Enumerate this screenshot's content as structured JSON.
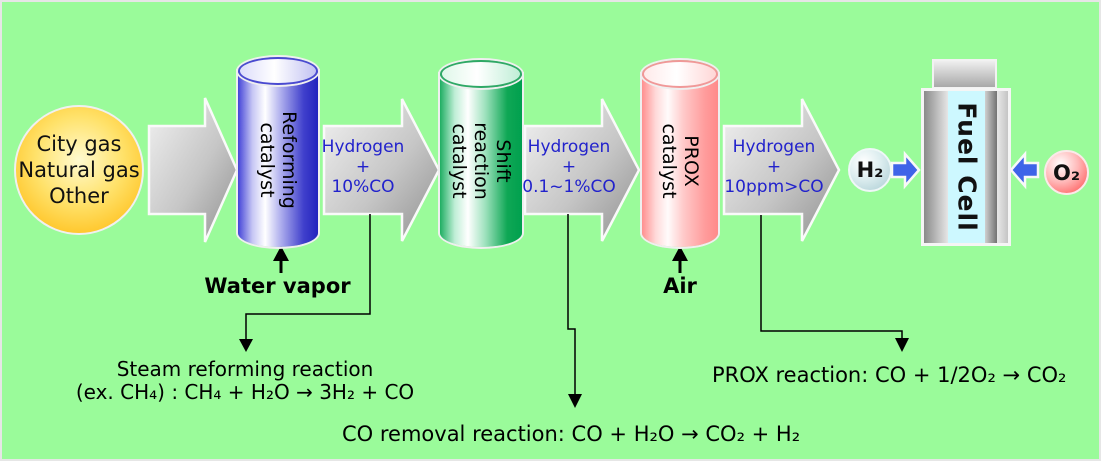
{
  "source": {
    "line1": "City gas",
    "line2": "Natural gas",
    "line3": "Other"
  },
  "catalysts": {
    "reforming": "Reforming\ncatalyst",
    "shift": "Shift reaction\ncatalyst",
    "prox": "PROX catalyst"
  },
  "flows": {
    "after_reforming": {
      "l1": "Hydrogen",
      "l2": "+",
      "l3": "10%CO"
    },
    "after_shift": {
      "l1": "Hydrogen",
      "l2": "+",
      "l3": "0.1~1%CO"
    },
    "after_prox": {
      "l1": "Hydrogen",
      "l2": "+",
      "l3": "10ppm>CO"
    }
  },
  "inputs": {
    "water_vapor": "Water vapor",
    "air": "Air"
  },
  "molecules": {
    "h2": "H₂",
    "o2": "O₂"
  },
  "fuel_cell_label": "Fuel Cell",
  "reactions": {
    "steam_line1": "Steam reforming reaction",
    "steam_line2": "(ex. CH₄) : CH₄ + H₂O → 3H₂ + CO",
    "co_removal": "CO removal reaction: CO + H₂O → CO₂ + H₂",
    "prox": "PROX reaction: CO + 1/2O₂ → CO₂"
  },
  "colors": {
    "background": "#9AFB9A",
    "flow_text": "#2222CC",
    "arrow_gray_light": "#F0F0F0",
    "arrow_gray_dark": "#989898",
    "arrow_blue": "#3E64E8",
    "cylinder_blue": "#2222BE",
    "cylinder_green": "#00A04E",
    "cylinder_pink": "#FF8A8A",
    "source_orange": "#FFB400",
    "fuel_cell_cyan": "#CDF8FF"
  }
}
